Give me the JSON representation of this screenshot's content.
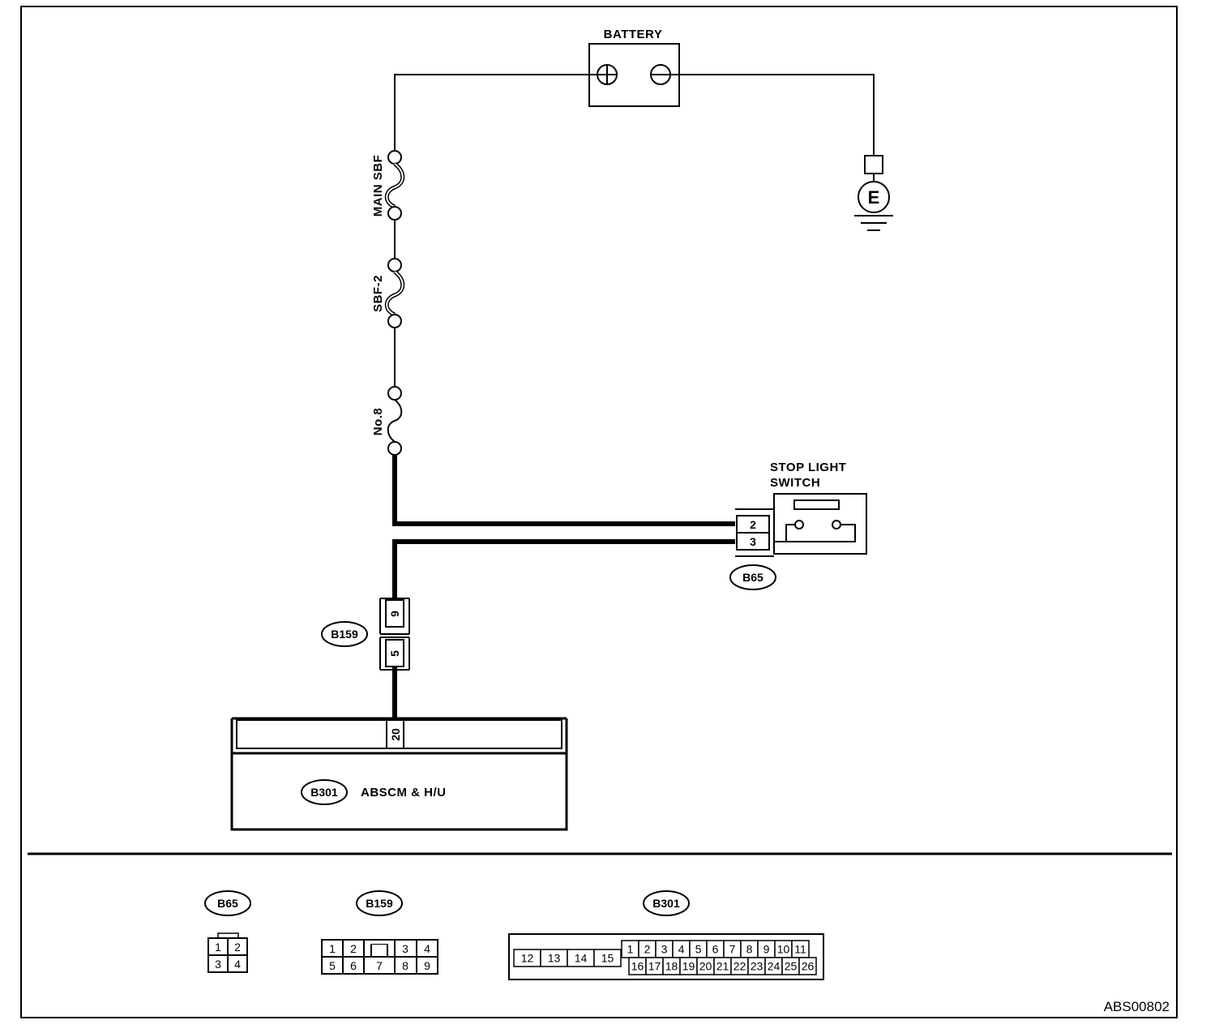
{
  "labels": {
    "battery": "BATTERY",
    "main_sbf": "MAIN SBF",
    "sbf2": "SBF-2",
    "no8": "No.8",
    "stop_light_line1": "STOP LIGHT",
    "stop_light_line2": "SWITCH",
    "ground": "E",
    "abscm": "ABSCM & H/U",
    "figure_code": "ABS00802"
  },
  "connectors": {
    "b65": "B65",
    "b159": "B159",
    "b301": "B301"
  },
  "pins": {
    "b65_top": "2",
    "b65_bottom": "3",
    "b159_upper": "9",
    "b159_lower": "5",
    "b301": "20"
  },
  "legend": {
    "b65_cells": [
      "1",
      "2",
      "3",
      "4"
    ],
    "b159_top": [
      "1",
      "2",
      "3",
      "4"
    ],
    "b159_bottom": [
      "5",
      "6",
      "7",
      "8",
      "9"
    ],
    "b301_left": [
      "12",
      "13",
      "14",
      "15"
    ],
    "b301_top": [
      "1",
      "2",
      "3",
      "4",
      "5",
      "6",
      "7",
      "8",
      "9",
      "10",
      "11"
    ],
    "b301_bottom": [
      "16",
      "17",
      "18",
      "19",
      "20",
      "21",
      "22",
      "23",
      "24",
      "25",
      "26"
    ]
  }
}
